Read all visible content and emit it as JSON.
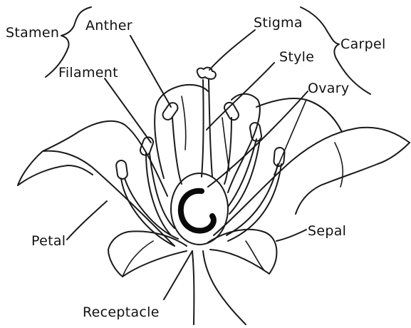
{
  "labels": {
    "stamen": "Stamen",
    "anther": "Anther",
    "filament": "Filament",
    "stigma": "Stigma",
    "style": "Style",
    "ovary": "Ovary",
    "carpel": "Carpel",
    "petal": "Petal",
    "sepal": "Sepal",
    "receptacle": "Receptacle"
  },
  "colors": {
    "ink": "#1a1a1a",
    "background": "#ffffff"
  }
}
